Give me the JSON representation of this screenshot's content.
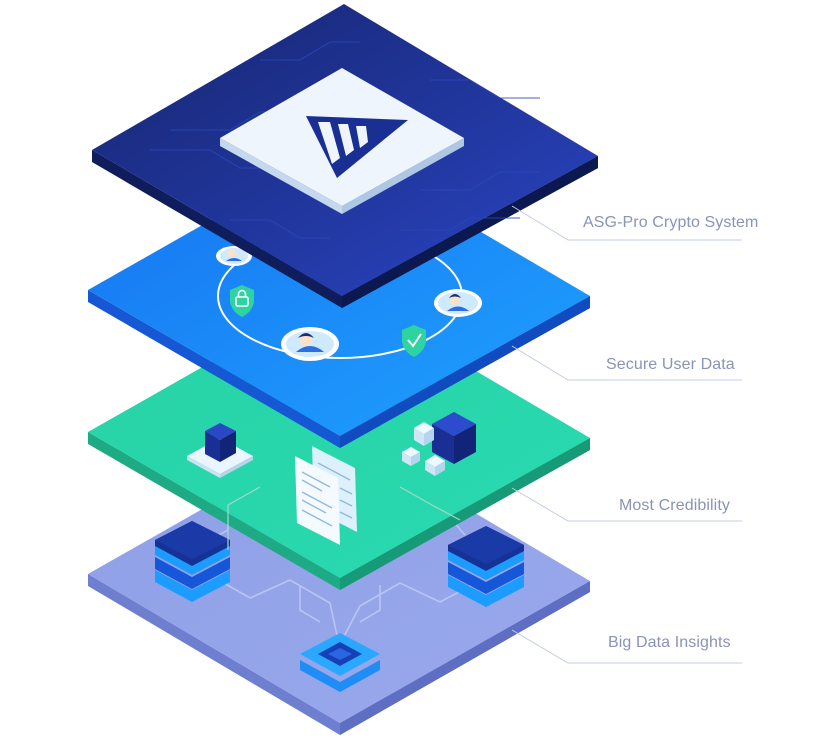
{
  "layers": [
    {
      "label": "ASG-Pro Crypto System",
      "color": "#1d3391"
    },
    {
      "label": "Secure User Data",
      "color": "#1e8ef5"
    },
    {
      "label": "Most Credibility",
      "color": "#2bd4a8"
    },
    {
      "label": "Big Data Insights",
      "color": "#8fa0e6"
    }
  ],
  "logo": {
    "icon": "asg-logo-icon"
  },
  "icons": {
    "users": "user-avatar-icon",
    "lock": "lock-shield-icon",
    "check": "check-shield-icon",
    "cube": "cube-icon",
    "document": "document-icon",
    "server": "server-stack-icon",
    "chip": "chip-icon"
  }
}
